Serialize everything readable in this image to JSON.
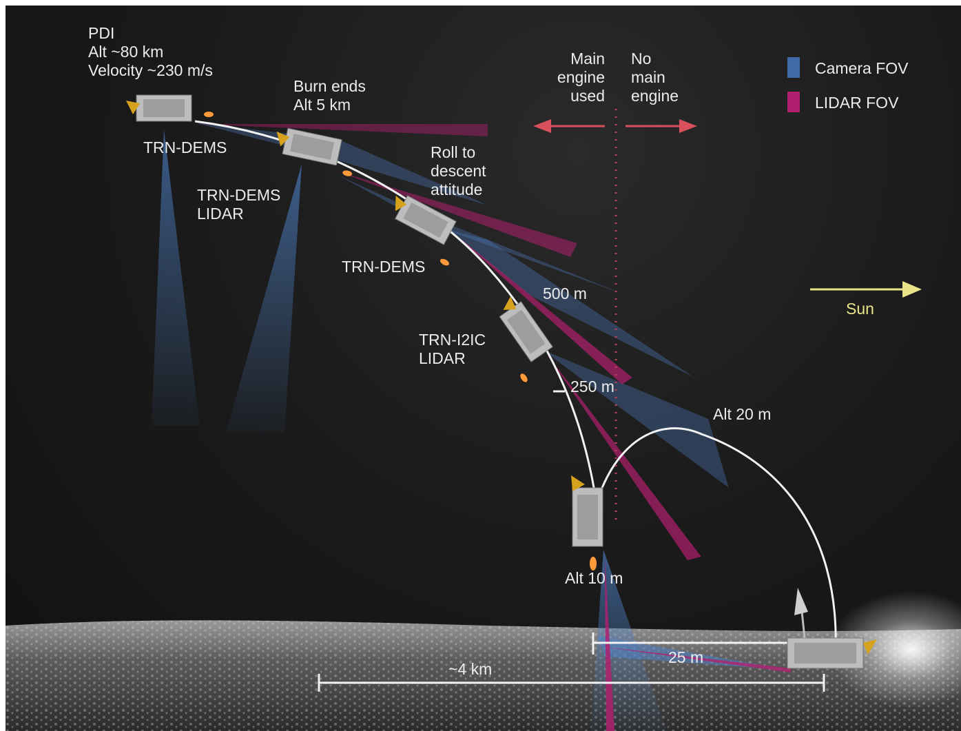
{
  "labels": {
    "pdi": [
      "PDI",
      "Alt ~80 km",
      "Velocity ~230 m/s"
    ],
    "burn_ends": [
      "Burn ends",
      "Alt 5 km"
    ],
    "trn_dems_1": "TRN-DEMS",
    "trn_dems_lidar": [
      "TRN-DEMS",
      "LIDAR"
    ],
    "roll": [
      "Roll to",
      "descent",
      "attitude"
    ],
    "trn_dems_2": "TRN-DEMS",
    "alt_500": "500 m",
    "trn_i2ic_lidar": [
      "TRN-I2IC",
      "LIDAR"
    ],
    "alt_250": "250 m",
    "alt_20": "Alt 20 m",
    "alt_10": "Alt 10 m",
    "dist_25": "25 m",
    "dist_4km": "~4 km",
    "main_engine_used": [
      "Main",
      "engine",
      "used"
    ],
    "no_main_engine": [
      "No",
      "main",
      "engine"
    ],
    "sun": "Sun"
  },
  "legend": [
    {
      "label": "Camera FOV",
      "color": "#3f6aa8"
    },
    {
      "label": "LIDAR FOV",
      "color": "#b0206e"
    }
  ],
  "colors": {
    "camera_fov": "#3f6aa8",
    "lidar_fov": "#b0206e",
    "engine_arrows": "#d9505d",
    "sun_arrow": "#e9e48a",
    "trajectory": "#f2f2f2"
  }
}
